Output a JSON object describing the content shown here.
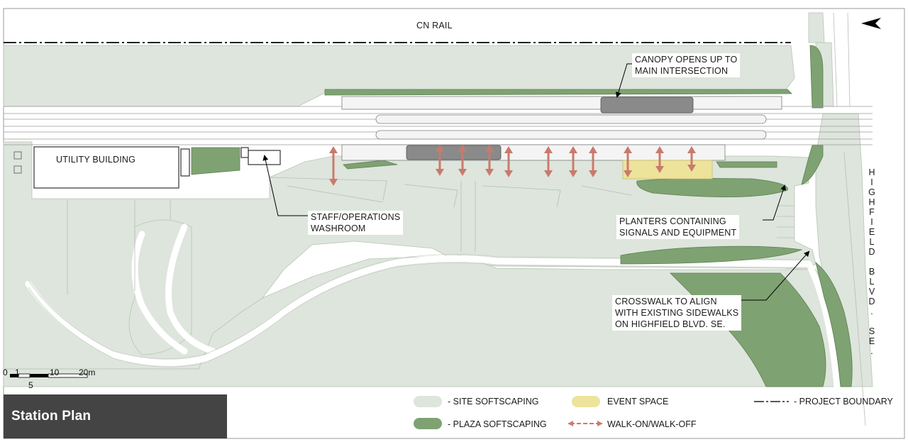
{
  "plan": {
    "labels": {
      "cn_rail": "CN RAIL",
      "utility_building": "UTILITY BUILDING",
      "canopy_line1": "CANOPY OPENS UP TO",
      "canopy_line2": "MAIN INTERSECTION",
      "staff_line1": "STAFF/OPERATIONS",
      "staff_line2": "WASHROOM",
      "planters_line1": "PLANTERS CONTAINING",
      "planters_line2": "SIGNALS AND EQUIPMENT",
      "crosswalk_line1": "CROSSWALK TO ALIGN",
      "crosswalk_line2": "WITH EXISTING SIDEWALKS",
      "crosswalk_line3": "ON HIGHFIELD BLVD. SE.",
      "highfield_vertical": [
        "H",
        "I",
        "G",
        "H",
        "F",
        "I",
        "E",
        "L",
        "D",
        " ",
        "B",
        "L",
        "V",
        "D",
        ".",
        "",
        "S",
        "E",
        "."
      ]
    },
    "scale_bar": {
      "tick_0": "0",
      "tick_1": "1",
      "tick_5": "5",
      "tick_10": "10",
      "tick_20": "20m"
    }
  },
  "legend": {
    "site_softscaping": "- SITE SOFTSCAPING",
    "plaza_softscaping": "- PLAZA SOFTSCAPING",
    "event_space": "EVENT SPACE",
    "walk_on_off": "WALK-ON/WALK-OFF",
    "project_boundary": "- PROJECT BOUNDARY"
  },
  "title": "Station Plan",
  "colors": {
    "site_softscaping": "#dde5dc",
    "plaza_softscaping": "#7fa272",
    "event_space": "#ede39a",
    "walk_arrow": "#c97a6e",
    "canopy_grey": "#8a8a8a",
    "title_bar": "#444444"
  },
  "icons": {
    "north_arrow": "north-arrow-icon"
  }
}
